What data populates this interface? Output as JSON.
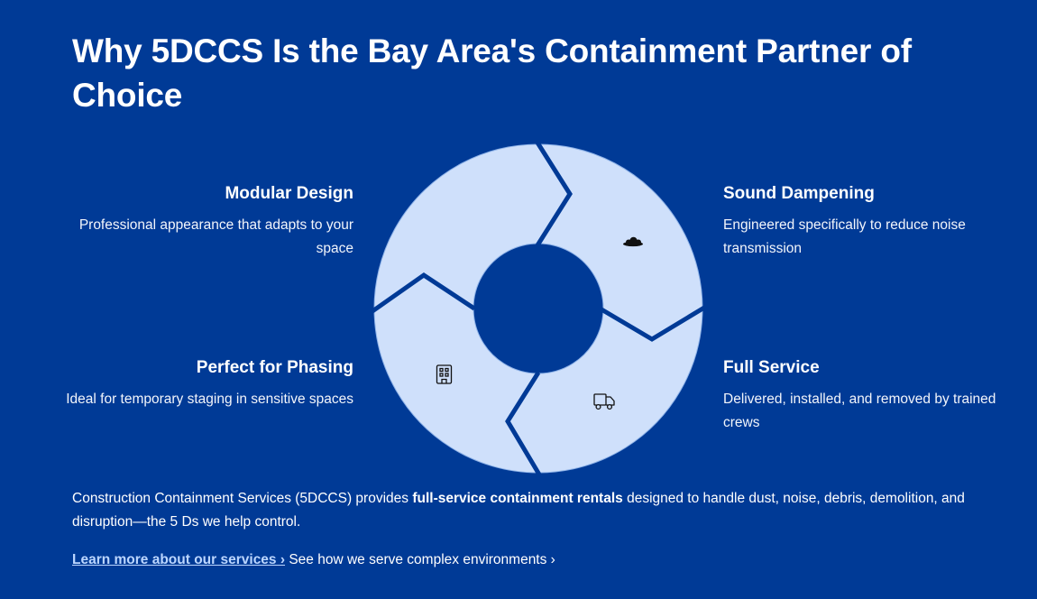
{
  "heading": "Why 5DCCS Is the Bay Area's Containment Partner of Choice",
  "features": {
    "modular": {
      "title": "Modular Design",
      "desc": "Professional appearance that adapts to your space"
    },
    "sound": {
      "title": "Sound Dampening",
      "desc": "Engineered specifically to reduce noise transmission"
    },
    "phasing": {
      "title": "Perfect for Phasing",
      "desc": "Ideal for temporary staging in sensitive spaces"
    },
    "full": {
      "title": "Full Service",
      "desc": "Delivered, installed, and removed by trained crews"
    }
  },
  "diagram": {
    "segment_fill": "#cfe0fb",
    "divider_color": "#003a96",
    "icons": [
      "cloud-icon",
      "truck-icon",
      "building-icon"
    ]
  },
  "intro": {
    "before": "Construction Containment Services (5DCCS) provides ",
    "bold": "full-service containment rentals",
    "after": " designed to handle dust, noise, debris, demolition, and disruption—the 5 Ds we help control."
  },
  "links": {
    "learn_more": "Learn more about our services ›",
    "see_how": "See how we serve complex environments ›"
  },
  "colors": {
    "background": "#003a96",
    "link": "#bcd6ff"
  }
}
